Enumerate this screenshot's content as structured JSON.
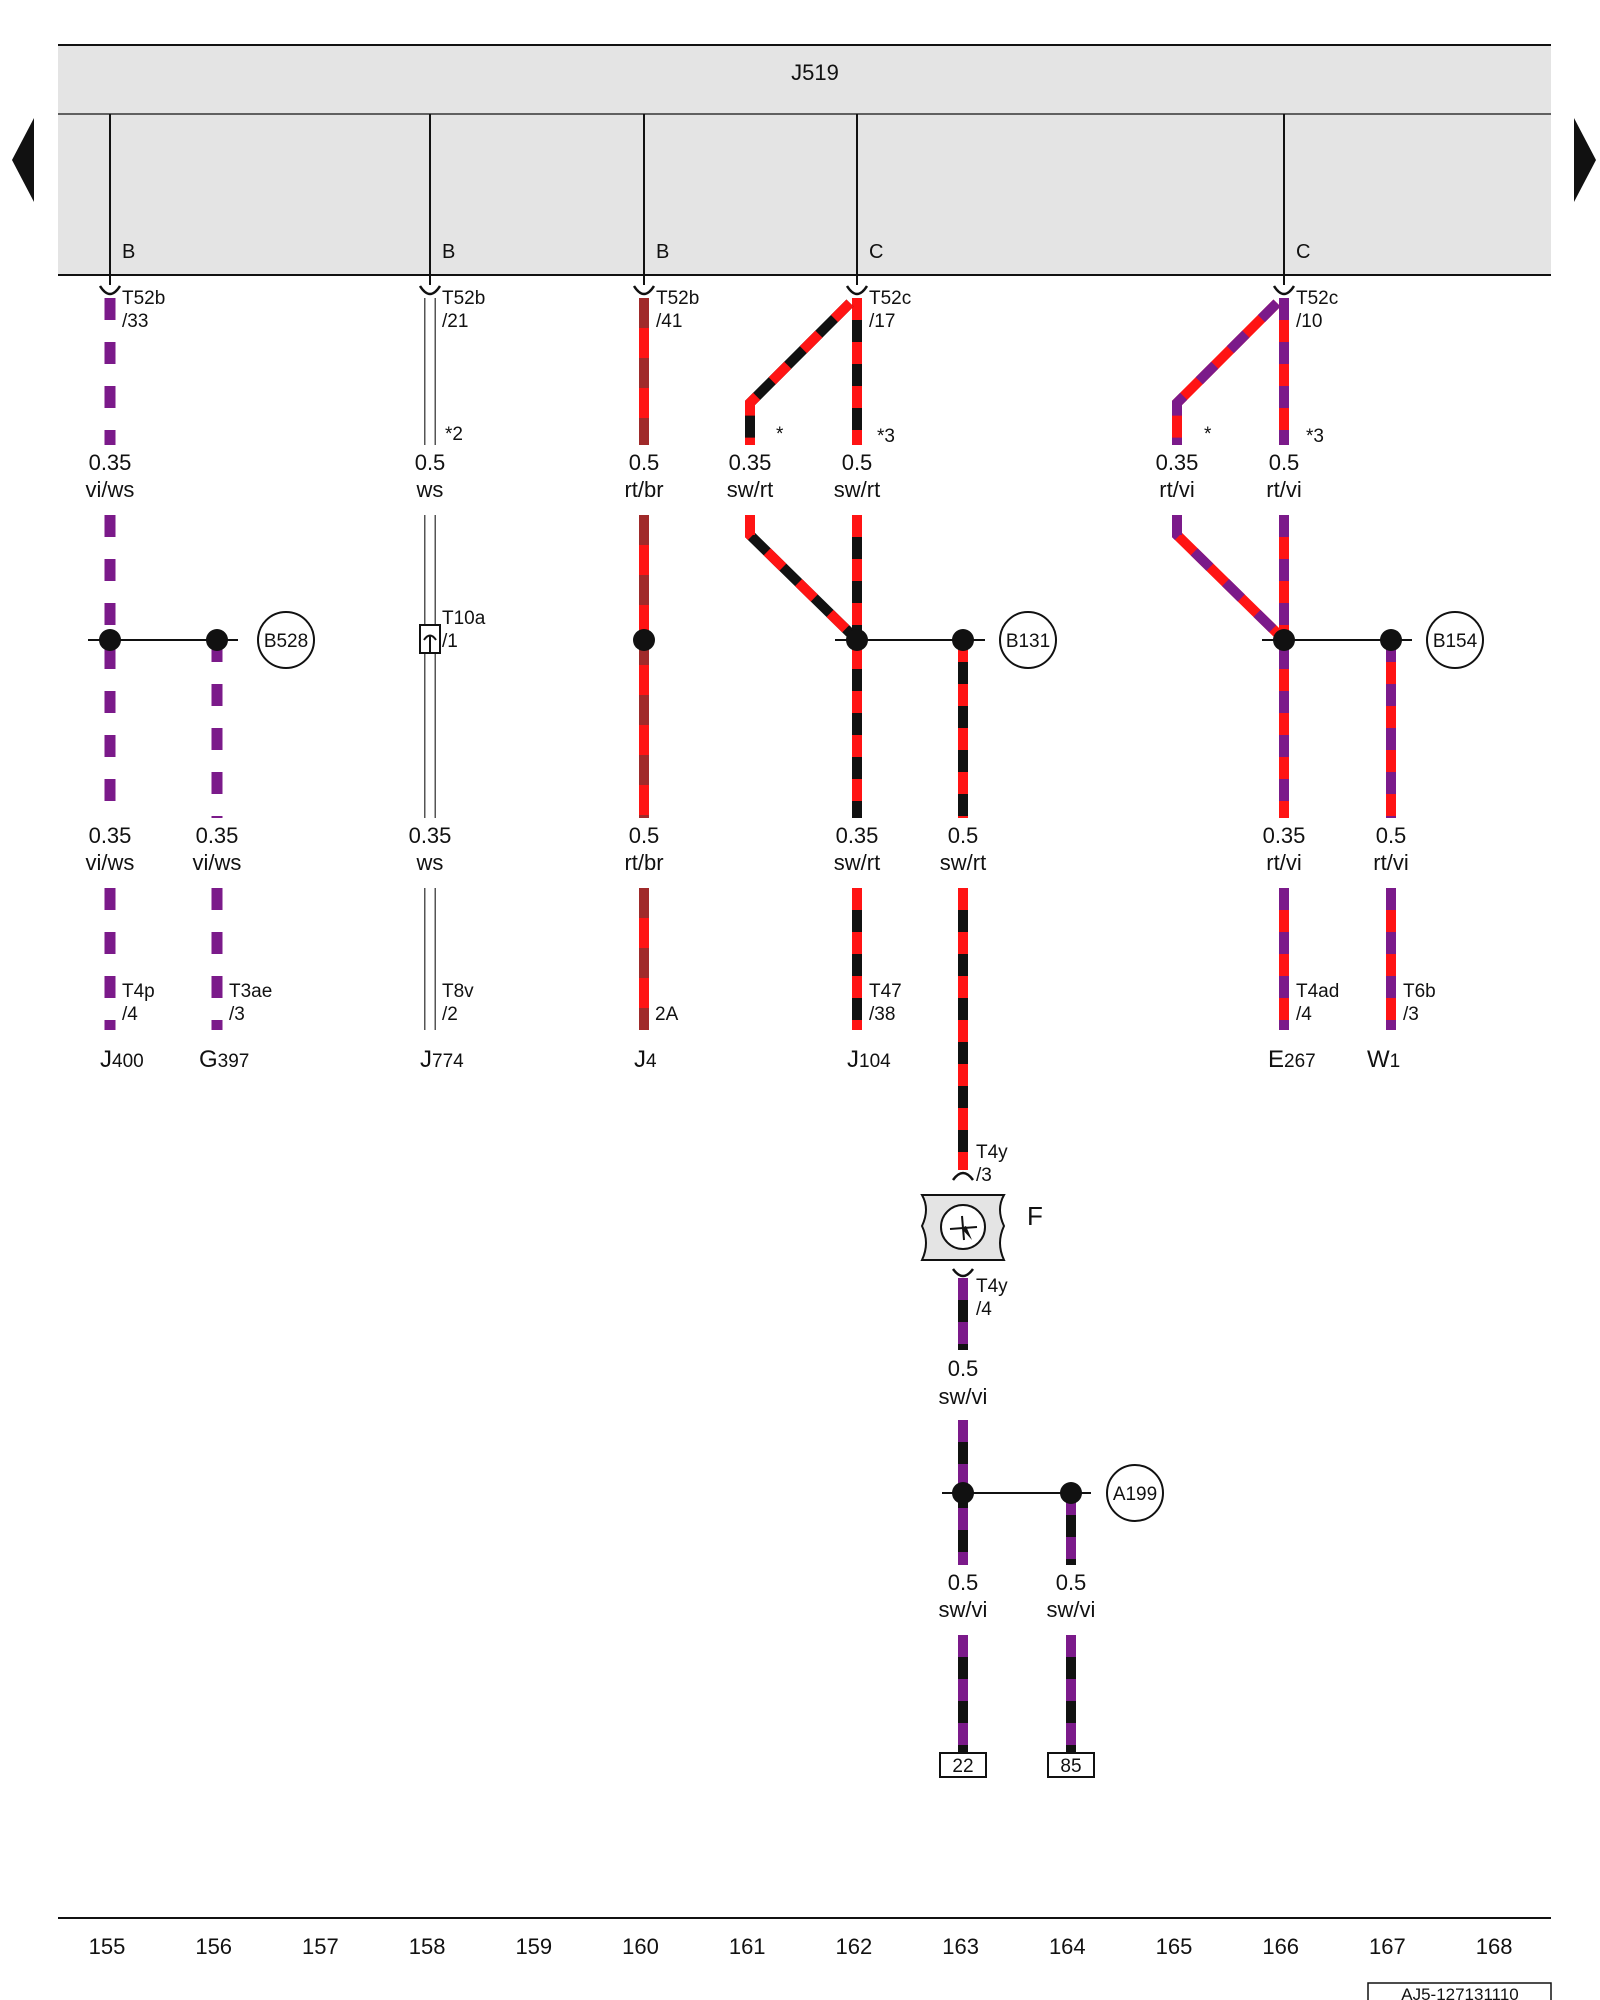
{
  "control_unit": "J519",
  "nav": {
    "prev": "previous-page",
    "next": "next-page"
  },
  "pin_groups": [
    "B",
    "B",
    "B",
    "C",
    "C"
  ],
  "top_connectors": [
    {
      "name": "T52b",
      "pin": "/33"
    },
    {
      "name": "T52b",
      "pin": "/21"
    },
    {
      "name": "T52b",
      "pin": "/41"
    },
    {
      "name": "T52c",
      "pin": "/17"
    },
    {
      "name": "T52c",
      "pin": "/10"
    }
  ],
  "footnotes": [
    "*2",
    "*",
    "*3",
    "*",
    "*3"
  ],
  "wire_labels": [
    {
      "size": "0.35",
      "color": "vi/ws"
    },
    {
      "size": "0.5",
      "color": "ws"
    },
    {
      "size": "0.5",
      "color": "rt/br"
    },
    {
      "size": "0.35",
      "color": "sw/rt"
    },
    {
      "size": "0.5",
      "color": "sw/rt"
    },
    {
      "size": "0.35",
      "color": "rt/vi"
    },
    {
      "size": "0.5",
      "color": "rt/vi"
    },
    {
      "size": "0.35",
      "color": "vi/ws"
    },
    {
      "size": "0.35",
      "color": "vi/ws"
    },
    {
      "size": "0.35",
      "color": "ws"
    },
    {
      "size": "0.5",
      "color": "rt/br"
    },
    {
      "size": "0.35",
      "color": "sw/rt"
    },
    {
      "size": "0.5",
      "color": "sw/rt"
    },
    {
      "size": "0.35",
      "color": "rt/vi"
    },
    {
      "size": "0.5",
      "color": "rt/vi"
    },
    {
      "size": "0.5",
      "color": "sw/vi"
    },
    {
      "size": "0.5",
      "color": "sw/vi"
    },
    {
      "size": "0.5",
      "color": "sw/vi"
    }
  ],
  "splices": [
    "B528",
    "B131",
    "B154",
    "A199"
  ],
  "inline_connector": {
    "name": "T10a",
    "pin": "/1"
  },
  "bottom_connectors": [
    {
      "name": "T4p",
      "pin": "/4"
    },
    {
      "name": "T3ae",
      "pin": "/3"
    },
    {
      "name": "T8v",
      "pin": "/2"
    },
    {
      "name": "",
      "pin": "2A"
    },
    {
      "name": "T47",
      "pin": "/38"
    },
    {
      "name": "T4ad",
      "pin": "/4"
    },
    {
      "name": "T6b",
      "pin": "/3"
    }
  ],
  "components": [
    {
      "letter": "J",
      "number": "400"
    },
    {
      "letter": "G",
      "number": "397"
    },
    {
      "letter": "J",
      "number": "774"
    },
    {
      "letter": "J",
      "number": "4"
    },
    {
      "letter": "J",
      "number": "104"
    },
    {
      "letter": "E",
      "number": "267"
    },
    {
      "letter": "W",
      "number": "1"
    }
  ],
  "switch": {
    "label": "F",
    "connector": "T4y",
    "pin_in": "/3",
    "pin_out": "/4"
  },
  "ground_refs": [
    "22",
    "85"
  ],
  "track_numbers": [
    "155",
    "156",
    "157",
    "158",
    "159",
    "160",
    "161",
    "162",
    "163",
    "164",
    "165",
    "166",
    "167",
    "168"
  ],
  "doc_id": "AJ5-127131110",
  "colors": {
    "vi": "#7b1a8a",
    "rt": "#ff1414",
    "sw": "#111111",
    "br": "#a02a2a",
    "ws": "#ffffff",
    "panel": "#e4e4e4"
  }
}
